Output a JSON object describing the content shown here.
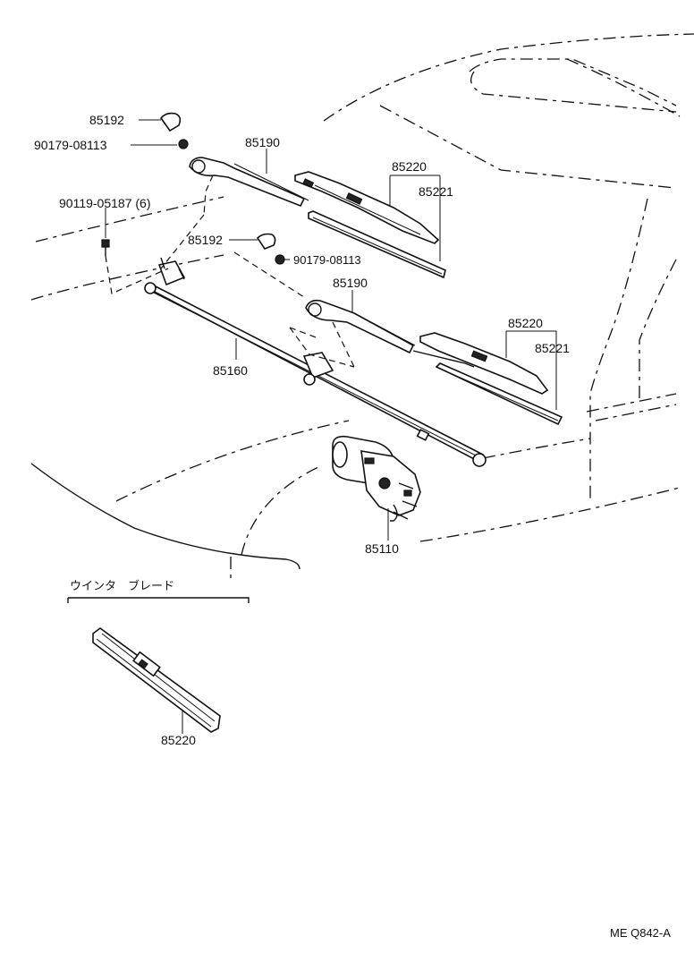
{
  "callouts": {
    "cap_top": "85192",
    "nut_top": "90179-08113",
    "bolt": "90119-05187 (6)",
    "arm_left": "85190",
    "blade_left": "85220",
    "refill_left": "85221",
    "cap_mid": "85192",
    "nut_mid": "90179-08113",
    "arm_right": "85190",
    "blade_right": "85220",
    "refill_right": "85221",
    "link": "85160",
    "motor": "85110",
    "winter_blade": "85220"
  },
  "winter_section": {
    "title": "ウインタ　ブレード"
  },
  "drawing_code": "ME Q842-A"
}
